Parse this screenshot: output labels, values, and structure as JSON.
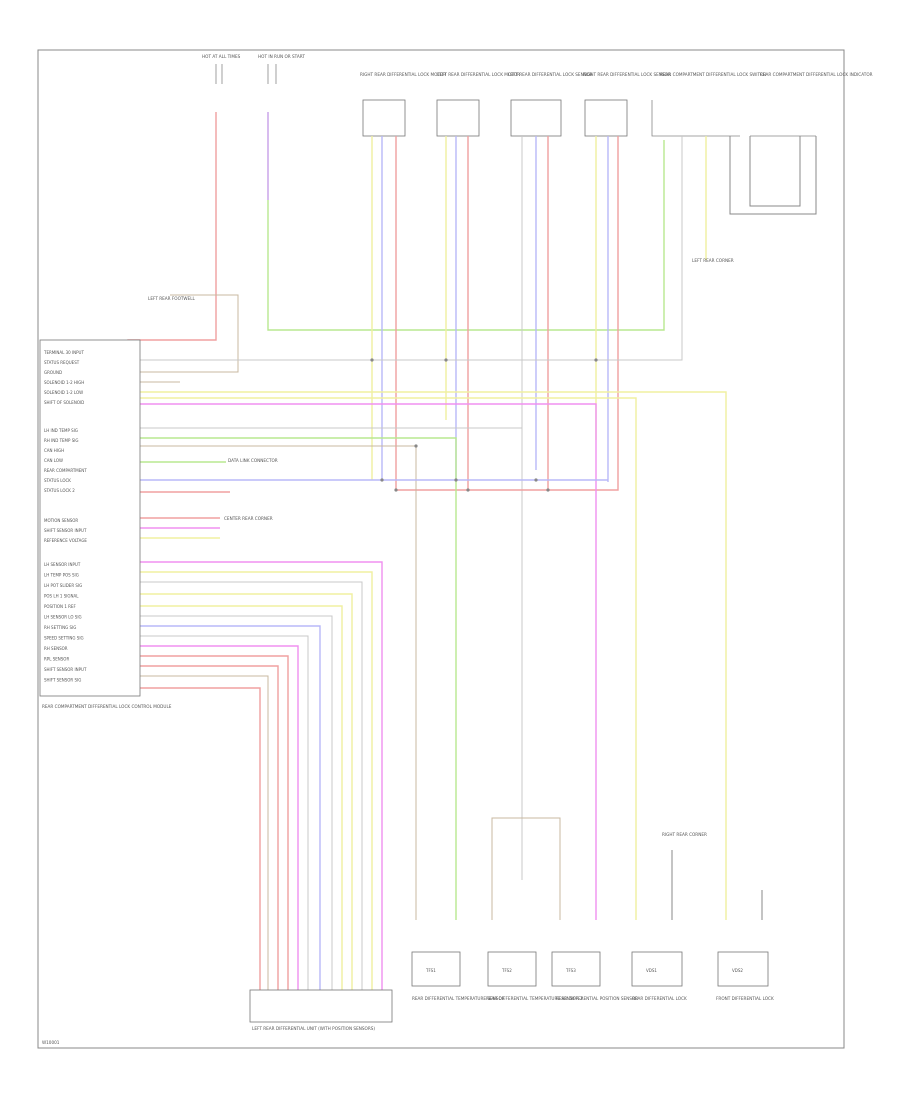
{
  "module": {
    "name": "REAR COMPARTMENT DIFFERENTIAL LOCK CONTROL MODULE",
    "pins_top": [
      "TERMINAL 30 INPUT",
      "STATUS REQUEST",
      "GROUND",
      "SOLENOID 1-2 HIGH",
      "SOLENOID 1-2 LOW",
      "SHIFT OF SOLENOID"
    ],
    "pins_mid": [
      "LH IND TEMP SIG",
      "RH IND TEMP SIG",
      "CAN HIGH",
      "CAN LOW",
      "REAR COMPARTMENT",
      "STATUS LOCK",
      "STATUS LOCK 2"
    ],
    "pins_lower": [
      "MOTION SENSOR",
      "SHIFT SENSOR INPUT",
      "REFERENCE VOLTAGE"
    ],
    "pins_bottom": [
      "LH SENSOR INPUT",
      "LH TEMP POS SIG",
      "LH POT SLIDER SIG",
      "POS LH 1 SIGNAL",
      "POSITION 1 REF",
      "LH SENSOR LO SIG",
      "RH SETTING SIG",
      "SPEED SETTING SIG",
      "RH SENSOR",
      "RPL SENSOR",
      "SHIFT SENSOR INPUT",
      "SHIFT SENSOR SIG"
    ]
  },
  "top_labels": {
    "fuse_1": "HOT AT ALL TIMES",
    "fuse_2": "HOT IN RUN OR START",
    "motor_1": "RIGHT REAR DIFFERENTIAL LOCK MOTOR",
    "motor_2": "LEFT REAR DIFFERENTIAL LOCK MOTOR",
    "motor_3": "LEFT REAR DIFFERENTIAL LOCK SENSOR",
    "motor_4": "RIGHT REAR DIFFERENTIAL LOCK SENSOR",
    "switch": "REAR COMPARTMENT DIFFERENTIAL LOCK SWITCH",
    "switch_2": "REAR COMPARTMENT DIFFERENTIAL LOCK INDICATOR"
  },
  "side_labels": {
    "g_left": "LEFT REAR FOOTWELL",
    "g_right": "LEFT REAR CORNER",
    "g_rr": "RIGHT REAR CORNER",
    "g_center": "CENTER REAR CORNER",
    "data_link": "DATA LINK CONNECTOR"
  },
  "bottom": {
    "main_module": "LEFT REAR DIFFERENTIAL UNIT (WITH POSITION SENSORS)",
    "sensor_1": "REAR DIFFERENTIAL TEMPERATURE SENSOR",
    "sensor_2": "REAR DIFFERENTIAL TEMPERATURE SENSOR 2",
    "sensor_3": "REAR DIFFERENTIAL POSITION SENSOR",
    "sensor_4": "REAR DIFFERENTIAL LOCK",
    "sensor_5": "FRONT DIFFERENTIAL LOCK",
    "ic_1": "TFS1",
    "ic_2": "TFS2",
    "ic_3": "TFS3",
    "ic_4": "VDS1",
    "ic_5": "VDS2"
  },
  "footer_id": "W10001"
}
